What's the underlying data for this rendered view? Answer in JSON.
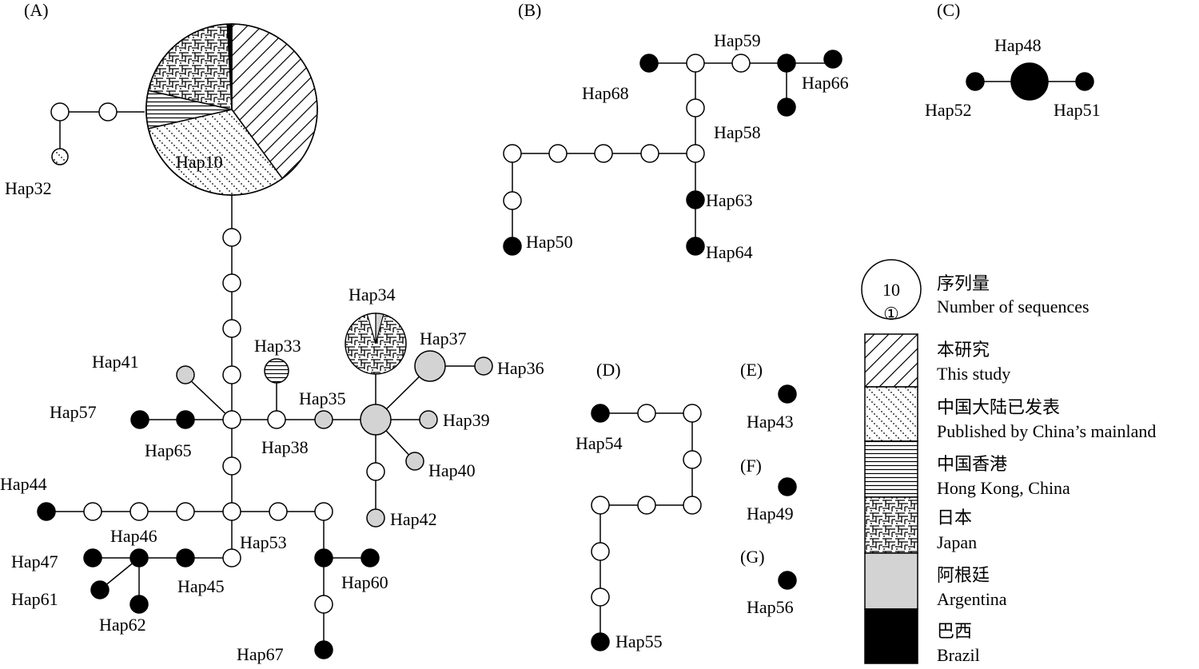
{
  "panels": {
    "a": "(A)",
    "b": "(B)",
    "c": "(C)",
    "d": "(D)",
    "e": "(E)",
    "f": "(F)",
    "g": "(G)"
  },
  "labels": {
    "hap10": "Hap10",
    "hap32": "Hap32",
    "hap33": "Hap33",
    "hap34": "Hap34",
    "hap35": "Hap35",
    "hap36": "Hap36",
    "hap37": "Hap37",
    "hap38": "Hap38",
    "hap39": "Hap39",
    "hap40": "Hap40",
    "hap41": "Hap41",
    "hap42": "Hap42",
    "hap43": "Hap43",
    "hap44": "Hap44",
    "hap45": "Hap45",
    "hap46": "Hap46",
    "hap47": "Hap47",
    "hap48": "Hap48",
    "hap49": "Hap49",
    "hap50": "Hap50",
    "hap51": "Hap51",
    "hap52": "Hap52",
    "hap53": "Hap53",
    "hap54": "Hap54",
    "hap55": "Hap55",
    "hap56": "Hap56",
    "hap57": "Hap57",
    "hap58": "Hap58",
    "hap59": "Hap59",
    "hap60": "Hap60",
    "hap61": "Hap61",
    "hap62": "Hap62",
    "hap63": "Hap63",
    "hap64": "Hap64",
    "hap65": "Hap65",
    "hap66": "Hap66",
    "hap67": "Hap67",
    "hap68": "Hap68"
  },
  "legend": {
    "size_value_large": "10",
    "size_value_small": "①",
    "size_cn": "序列量",
    "size_en": "Number of sequences",
    "items": [
      {
        "cn": "本研究",
        "en": "This study",
        "pattern": "diagonal"
      },
      {
        "cn": "中国大陆已发表",
        "en": "Published by China’s mainland",
        "pattern": "dots"
      },
      {
        "cn": "中国香港",
        "en": "Hong Kong, China",
        "pattern": "horizontal"
      },
      {
        "cn": "日本",
        "en": "Japan",
        "pattern": "maze"
      },
      {
        "cn": "阿根廷",
        "en": "Argentina",
        "pattern": "grey"
      },
      {
        "cn": "巴西",
        "en": "Brazil",
        "pattern": "black"
      }
    ]
  },
  "colors": {
    "argentina": "#d3d3d3",
    "brazil": "#000000",
    "stroke": "#000000",
    "background": "#ffffff"
  }
}
